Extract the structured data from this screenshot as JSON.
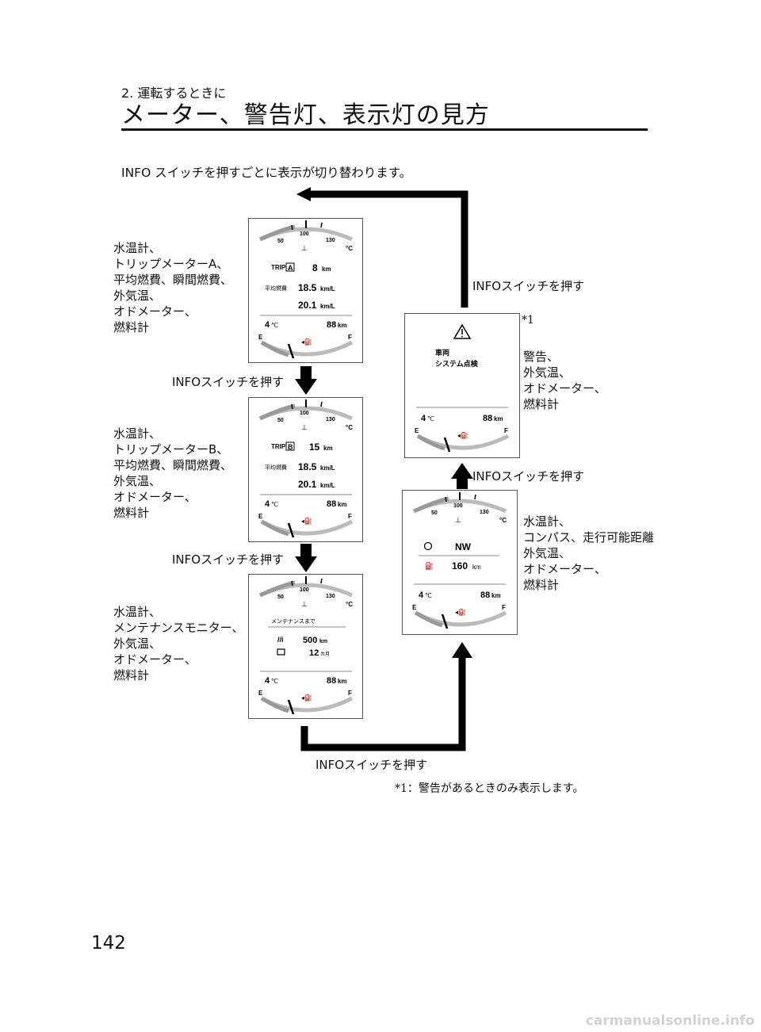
{
  "header": {
    "section_label": "2. 運転するときに",
    "title": "メーター、警告灯、表示灯の見方"
  },
  "intro": "INFO スイッチを押すごとに表示が切り替わります。",
  "switch_caption": "INFOスイッチを押す",
  "screens": {
    "trip_a": {
      "description": [
        "水温計、",
        "トリップメーターA、",
        "平均燃費、瞬間燃費、",
        "外気温、",
        "オドメーター、",
        "燃料計"
      ],
      "trip_label": "TRIP",
      "trip_letter": "A",
      "trip_value": "8",
      "trip_unit": "km",
      "avg_label": "平均燃費",
      "avg_value": "18.5",
      "avg_unit": "km/L",
      "inst_value": "20.1",
      "inst_unit": "km/L"
    },
    "trip_b": {
      "description": [
        "水温計、",
        "トリップメーターB、",
        "平均燃費、瞬間燃費、",
        "外気温、",
        "オドメーター、",
        "燃料計"
      ],
      "trip_label": "TRIP",
      "trip_letter": "B",
      "trip_value": "15",
      "trip_unit": "km",
      "avg_label": "平均燃費",
      "avg_value": "18.5",
      "avg_unit": "km/L",
      "inst_value": "20.1",
      "inst_unit": "km/L"
    },
    "maintenance": {
      "description": [
        "水温計、",
        "メンテナンスモニター、",
        "外気温、",
        "オドメーター、",
        "燃料計"
      ],
      "header": "メンテナンスまで",
      "distance_value": "500",
      "distance_unit": "km",
      "months_value": "12",
      "months_unit": "カ月"
    },
    "compass": {
      "description": [
        "水温計、",
        "コンパス、走行可能距離",
        "外気温、",
        "オドメーター、",
        "燃料計"
      ],
      "direction": "NW",
      "range_value": "160",
      "range_unit": "km"
    },
    "warning": {
      "description": [
        "警告、",
        "外気温、",
        "オドメーター、",
        "燃料計"
      ],
      "message_line1": "車両",
      "message_line2": "システム点検",
      "note_mark": "*1"
    }
  },
  "gauge_common": {
    "temp_low": "50",
    "temp_mid": "100",
    "temp_high": "130",
    "temp_unit": "°C",
    "outside_temp": "4",
    "outside_temp_unit": "℃",
    "odometer": "88",
    "odometer_unit": "km",
    "fuel_empty": "E",
    "fuel_full": "F"
  },
  "footnote": {
    "mark": "*1",
    "text": "：警告があるときのみ表示します。"
  },
  "page_number": "142",
  "watermark": "carmanualsonline.info"
}
